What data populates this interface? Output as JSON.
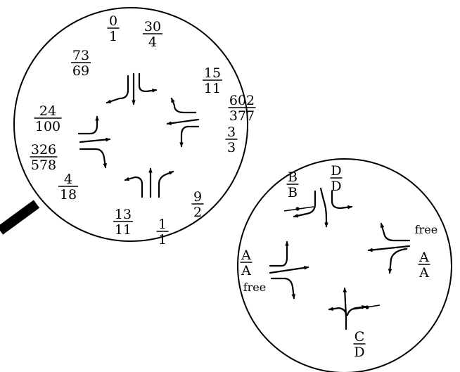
{
  "left_circle": {
    "fractions": [
      {
        "id": "top-center",
        "num": "0",
        "den": "1"
      },
      {
        "id": "top-right",
        "num": "30",
        "den": "4"
      },
      {
        "id": "upper-left",
        "num": "73",
        "den": "69"
      },
      {
        "id": "right-upper",
        "num": "15",
        "den": "11"
      },
      {
        "id": "right-mid",
        "num": "602",
        "den": "377"
      },
      {
        "id": "left-upper",
        "num": "24",
        "den": "100"
      },
      {
        "id": "right-lower",
        "num": "3",
        "den": "3"
      },
      {
        "id": "left-mid",
        "num": "326",
        "den": "578"
      },
      {
        "id": "left-lower",
        "num": "4",
        "den": "18"
      },
      {
        "id": "bottom-right",
        "num": "9",
        "den": "2"
      },
      {
        "id": "bottom-left",
        "num": "13",
        "den": "11"
      },
      {
        "id": "bottom-center",
        "num": "1",
        "den": "1"
      }
    ]
  },
  "right_circle": {
    "fractions": [
      {
        "id": "top-left",
        "num": "B",
        "den": "B"
      },
      {
        "id": "top-right",
        "num": "D",
        "den": "D"
      },
      {
        "id": "left",
        "num": "A",
        "den": "A"
      },
      {
        "id": "right",
        "num": "A",
        "den": "A"
      },
      {
        "id": "bottom",
        "num": "C",
        "den": "D"
      }
    ],
    "labels": {
      "free_left": "free",
      "free_right": "free"
    }
  }
}
